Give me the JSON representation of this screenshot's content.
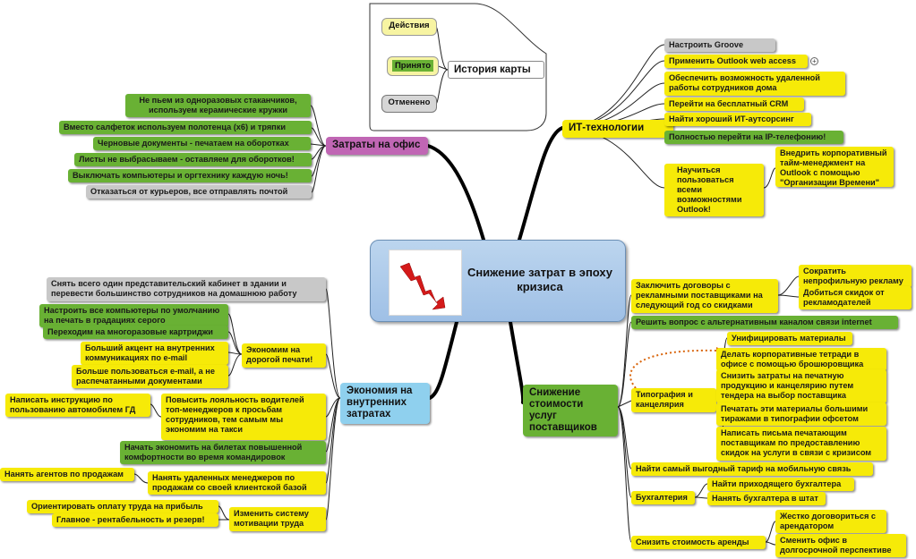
{
  "center": {
    "title": "Снижение затрат в эпоху кризиса"
  },
  "legend": {
    "title": "История карты",
    "actions": "Действия",
    "accepted": "Принято",
    "rejected": "Отменено"
  },
  "branches": {
    "it": {
      "title": "ИТ-технологии",
      "items": [
        "Настроить Groove",
        "Применить Outlook web access",
        "Обеспечить возможность удаленной работы сотрудников дома",
        "Перейти на бесплатный CRM",
        "Найти хороший ИТ-аутсорсинг",
        "Полностью перейти на IP-телефонию!",
        "Научиться пользоваться всеми возможностями Outlook!",
        "Внедрить корпоративный тайм-менеджмент на Outlook с помощью \"Организации Времени\""
      ]
    },
    "office": {
      "title": "Затраты на офис",
      "items": [
        "Не пьем из одноразовых стаканчиков, используем керамические кружки",
        "Вместо салфеток используем полотенца (х6) и тряпки",
        "Черновые документы - печатаем на оборотках",
        "Листы не выбрасываем - оставляем для оборотков!",
        "Выключать компьютеры и оргтехнику каждую ночь!",
        "Отказаться от курьеров, все отправлять почтой"
      ]
    },
    "internal": {
      "title": "Экономия на внутренних затратах",
      "top": "Снять всего один представительский кабинет в здании и перевести большинство сотрудников на домашнюю работу",
      "print": {
        "title": "Экономим на дорогой печати!",
        "items": [
          "Настроить все компьютеры по умолчанию на печать в градациях серого",
          "Переходим на многоразовые картриджи",
          "Больший акцент на внутренних коммуникациях по e-mail",
          "Больше пользоваться e-mail, а не распечатанными документами"
        ]
      },
      "loyalty": "Повысить лояльность водителей топ-менеджеров к просьбам сотрудников, тем самым мы экономим на такси",
      "loyalty_sub": "Написать инструкцию по пользованию автомобилем ГД",
      "tickets": "Начать экономить на билетах повышенной комфортности во время командировок",
      "remote": "Нанять удаленных менеджеров по продажам со своей клиентской базой",
      "remote_sub": "Нанять агентов по продажам",
      "motivation": {
        "title": "Изменить систему мотивации труда",
        "items": [
          "Ориентировать оплату труда на прибыль",
          "Главное - рентабельность и резерв!"
        ]
      }
    },
    "suppliers": {
      "title": "Снижение стоимости услуг поставщиков",
      "ads": {
        "title": "Заключить договоры с рекламными поставщиками на следующий год со скидками",
        "items": [
          "Сократить непрофильную рекламу",
          "Добиться скидок от рекламодателей"
        ]
      },
      "internet": "Решить вопрос с альтернативным каналом связи internet",
      "typo": {
        "title": "Типография и канцелярия",
        "items": [
          "Унифицировать материалы",
          "Делать корпоративные тетради в офисе с помощью брошюровщика",
          "Снизить затраты на печатную продукцию и канцелярию путем тендера на выбор поставщика",
          "Печатать эти материалы большими тиражами в типографии офсетом",
          "Написать письма печатающим поставщикам по предоставлению скидок на услуги в связи с кризисом"
        ]
      },
      "mobile": "Найти самый выгодный тариф на мобильную связь",
      "accounting": {
        "title": "Бухгалтерия",
        "items": [
          "Найти приходящего бухгалтера",
          "Нанять бухгалтера в штат"
        ]
      },
      "rent": {
        "title": "Снизить стоимость аренды",
        "items": [
          "Жестко договориться с арендатором",
          "Сменить офис в долгосрочной перспективе"
        ]
      }
    }
  },
  "colors": {
    "yellow": "#f6ea08",
    "green": "#69b134",
    "gray": "#c8c8c8",
    "office": "#c066b4",
    "internal": "#8fd0ee",
    "suppliers": "#69b134",
    "center": "#a9c8ea"
  }
}
